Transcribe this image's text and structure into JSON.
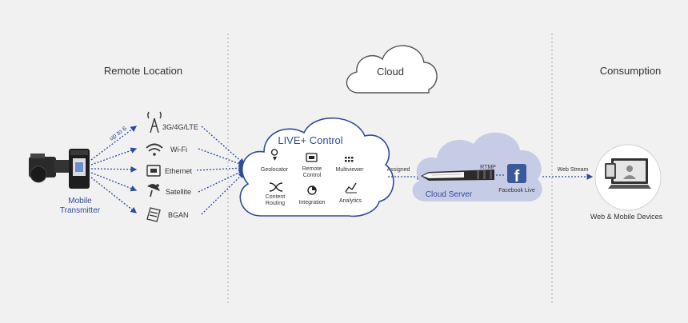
{
  "sections": {
    "remote": "Remote Location",
    "cloud": "Cloud",
    "consumption": "Consumption"
  },
  "transmitter": {
    "label_line1": "Mobile",
    "label_line2": "Transmitter",
    "badge": "up to 6"
  },
  "connections": [
    {
      "label": "3G/4G/LTE",
      "icon": "cell-tower-icon"
    },
    {
      "label": "Wi-Fi",
      "icon": "wifi-icon"
    },
    {
      "label": "Ethernet",
      "icon": "ethernet-icon"
    },
    {
      "label": "Satellite",
      "icon": "satellite-dish-icon"
    },
    {
      "label": "BGAN",
      "icon": "bgan-terminal-icon"
    }
  ],
  "live_control": {
    "title": "LIVE+ Control",
    "features": {
      "geolocator": "Geolocator",
      "remote_control_1": "Remote",
      "remote_control_2": "Control",
      "multiviewer": "Multiviewer",
      "content_routing_1": "Content",
      "content_routing_2": "Routing",
      "integration": "Integration",
      "analytics": "Analytics"
    }
  },
  "links": {
    "assigned": "Assigned",
    "rtmp": "RTMP",
    "web_stream": "Web Stream"
  },
  "cloud_server": {
    "label": "Cloud Server",
    "facebook": "Facebook Live",
    "facebook_glyph": "f"
  },
  "devices": {
    "label": "Web & Mobile Devices"
  },
  "colors": {
    "accent_blue": "#2e4d9a",
    "facebook_blue": "#3b5998",
    "background": "#f1f1f1"
  }
}
